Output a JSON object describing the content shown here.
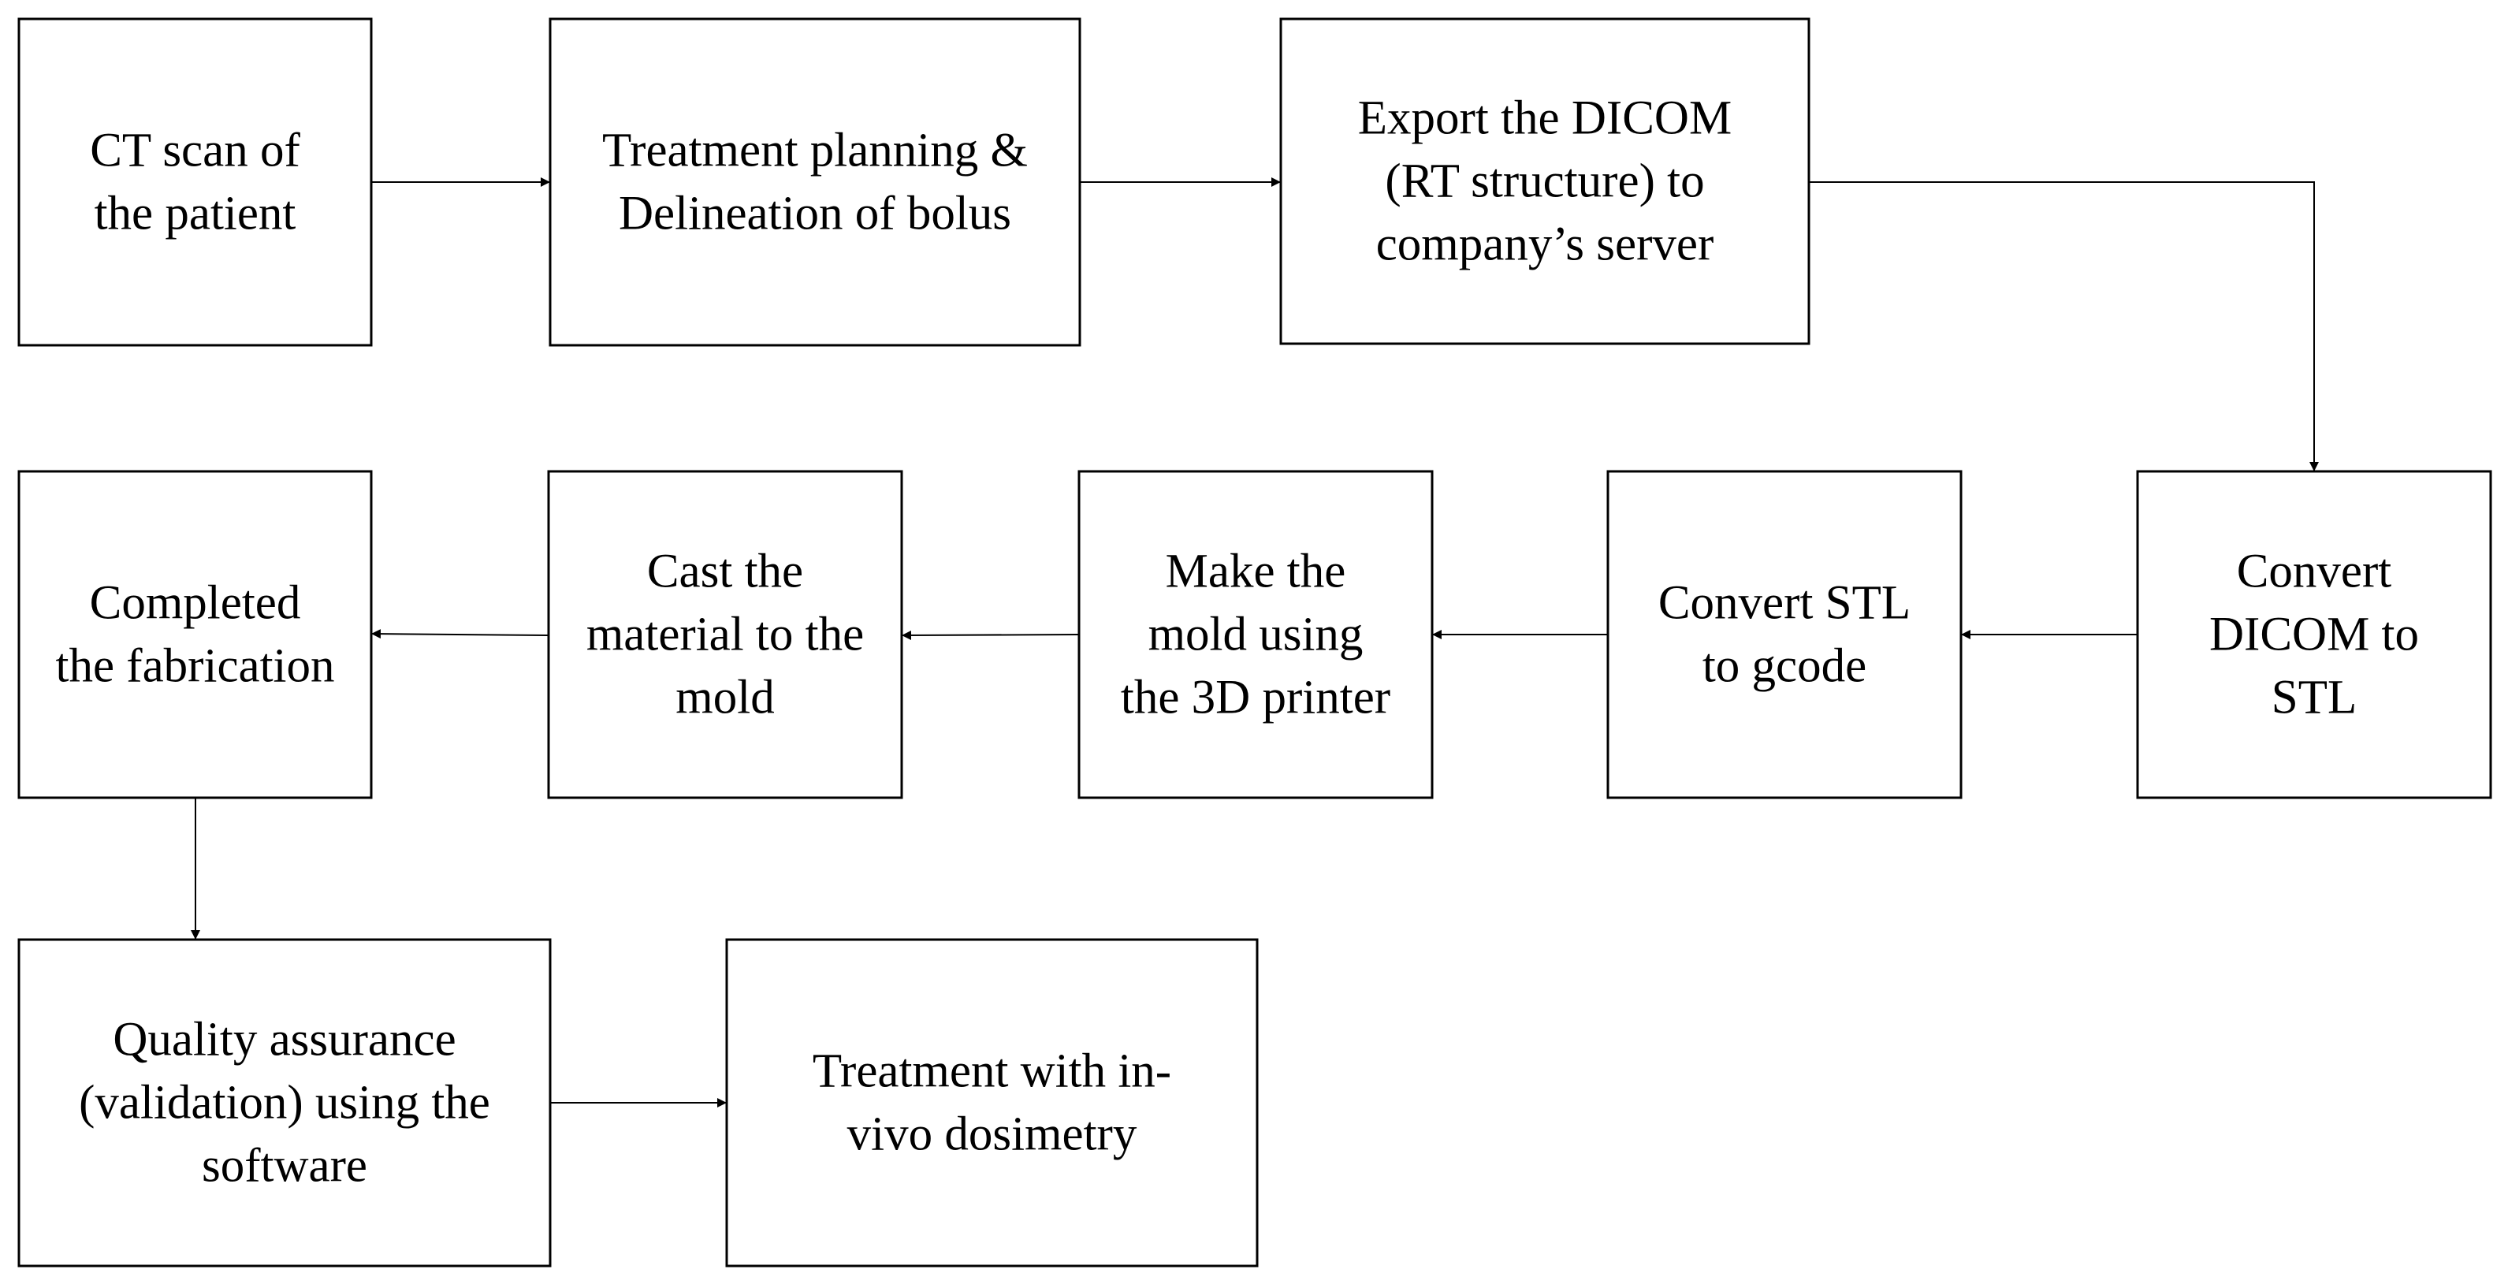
{
  "diagram": {
    "nodes": [
      {
        "id": "ct-scan",
        "lines": [
          "CT scan of",
          "the patient"
        ]
      },
      {
        "id": "treatment-planning",
        "lines": [
          "Treatment planning &",
          "Delineation of bolus"
        ]
      },
      {
        "id": "export-dicom",
        "lines": [
          "Export the DICOM",
          "(RT structure) to",
          "company’s server"
        ]
      },
      {
        "id": "convert-dicom-stl",
        "lines": [
          "Convert",
          "DICOM to",
          "STL"
        ]
      },
      {
        "id": "convert-stl-gcode",
        "lines": [
          "Convert STL",
          "to gcode"
        ]
      },
      {
        "id": "make-mold",
        "lines": [
          "Make the",
          "mold using",
          "the 3D printer"
        ]
      },
      {
        "id": "cast-material",
        "lines": [
          "Cast the",
          "material to the",
          "mold"
        ]
      },
      {
        "id": "completed-fabrication",
        "lines": [
          "Completed",
          "the fabrication"
        ]
      },
      {
        "id": "quality-assurance",
        "lines": [
          "Quality assurance",
          "(validation) using the",
          "software"
        ]
      },
      {
        "id": "treatment-in-vivo",
        "lines": [
          "Treatment with in-",
          "vivo dosimetry"
        ]
      }
    ],
    "edges": [
      {
        "from": "ct-scan",
        "to": "treatment-planning"
      },
      {
        "from": "treatment-planning",
        "to": "export-dicom"
      },
      {
        "from": "export-dicom",
        "to": "convert-dicom-stl"
      },
      {
        "from": "convert-dicom-stl",
        "to": "convert-stl-gcode"
      },
      {
        "from": "convert-stl-gcode",
        "to": "make-mold"
      },
      {
        "from": "make-mold",
        "to": "cast-material"
      },
      {
        "from": "cast-material",
        "to": "completed-fabrication"
      },
      {
        "from": "completed-fabrication",
        "to": "quality-assurance"
      },
      {
        "from": "quality-assurance",
        "to": "treatment-in-vivo"
      }
    ],
    "colors": {
      "stroke": "#000000",
      "fill": "#ffffff",
      "text": "#000000"
    }
  }
}
